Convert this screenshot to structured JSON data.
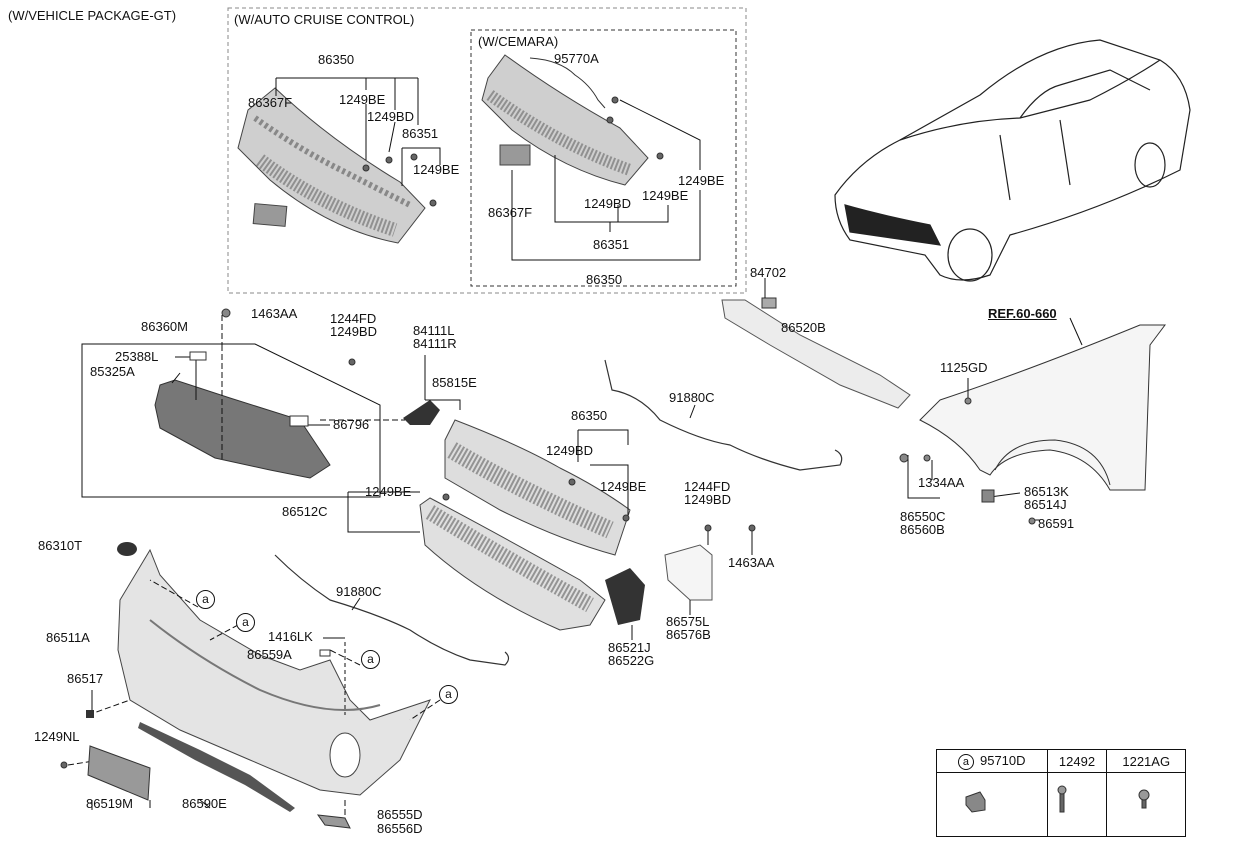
{
  "headers": {
    "package": "(W/VEHICLE PACKAGE-GT)",
    "auto_cruise": "(W/AUTO CRUISE CONTROL)",
    "cemara": "(W/CEMARA)",
    "ref": "REF.60-660"
  },
  "labels": {
    "acc_86350": "86350",
    "acc_86367F": "86367F",
    "acc_1249BE_a": "1249BE",
    "acc_1249BD": "1249BD",
    "acc_86351": "86351",
    "acc_1249BE_b": "1249BE",
    "cam_95770A": "95770A",
    "cam_1249BE_a": "1249BE",
    "cam_86367F": "86367F",
    "cam_1249BD": "1249BD",
    "cam_1249BE_b": "1249BE",
    "cam_86351": "86351",
    "cam_86350": "86350",
    "l_84702": "84702",
    "l_86520B": "86520B",
    "l_1463AA_top": "1463AA",
    "l_86360M": "86360M",
    "l_1244FD_a": "1244FD",
    "l_1249BD_a": "1249BD",
    "l_84111L": "84111L",
    "l_84111R": "84111R",
    "l_25388L": "25388L",
    "l_85325A": "85325A",
    "l_85815E": "85815E",
    "l_86796": "86796",
    "l_91880C_a": "91880C",
    "l_86350_mid": "86350",
    "l_1249BD_mid": "1249BD",
    "l_1249BE_mid": "1249BE",
    "l_1249BE_left": "1249BE",
    "l_86512C": "86512C",
    "l_1244FD_b": "1244FD",
    "l_1249BD_b": "1249BD",
    "l_1463AA_mid": "1463AA",
    "l_86310T": "86310T",
    "l_91880C_b": "91880C",
    "l_86511A": "86511A",
    "l_1416LK": "1416LK",
    "l_86559A": "86559A",
    "l_86521J": "86521J",
    "l_86522G": "86522G",
    "l_86575L": "86575L",
    "l_86576B": "86576B",
    "l_86517": "86517",
    "l_1249NL": "1249NL",
    "l_86519M": "86519M",
    "l_86590E": "86590E",
    "l_86555D": "86555D",
    "l_86556D": "86556D",
    "l_1125GD": "1125GD",
    "l_1334AA": "1334AA",
    "l_86550C": "86550C",
    "l_86560B": "86560B",
    "l_86513K": "86513K",
    "l_86514J": "86514J",
    "l_86591": "86591",
    "circle_a": "a"
  },
  "legend": {
    "marker": "a",
    "columns": [
      "95710D",
      "12492",
      "1221AG"
    ]
  }
}
